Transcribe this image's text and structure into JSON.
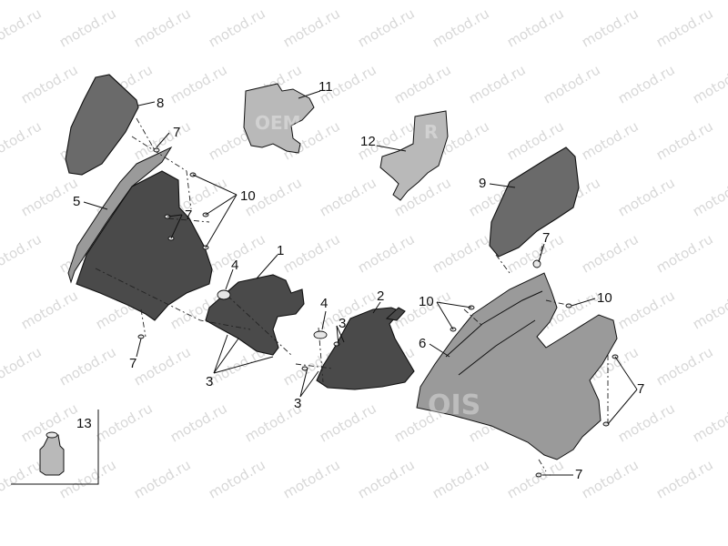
{
  "watermark": {
    "text": "motod.ru",
    "color": "#d8d8d8"
  },
  "stamps": {
    "left": "OEM",
    "right": "R",
    "bottom": "OIS"
  },
  "callouts": [
    "1",
    "2",
    "3",
    "4",
    "5",
    "6",
    "7",
    "8",
    "9",
    "10",
    "11",
    "12",
    "13"
  ]
}
